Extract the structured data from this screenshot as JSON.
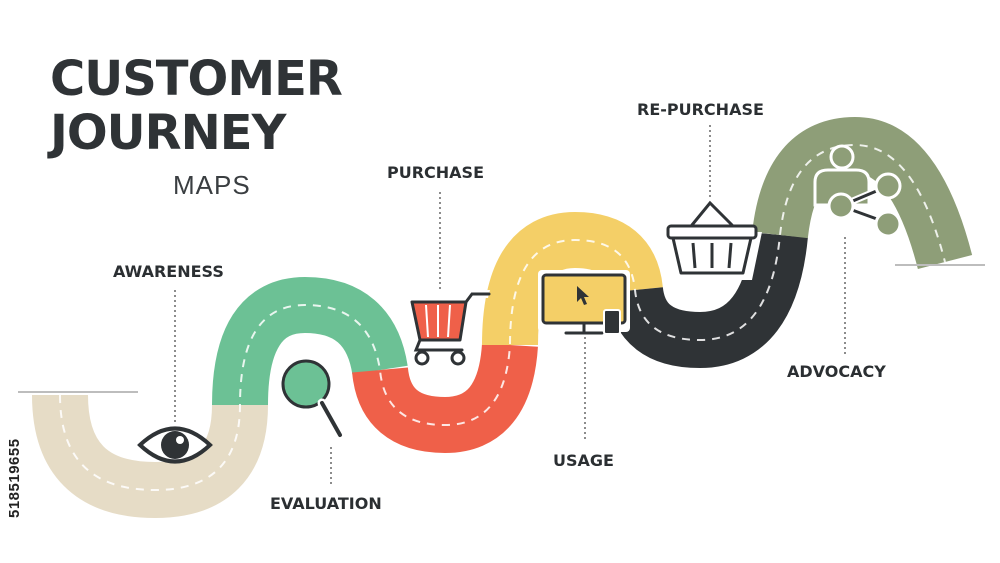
{
  "title": {
    "line1": "CUSTOMER",
    "line2": "JOURNEY",
    "subtitle": "MAPS"
  },
  "stages": [
    {
      "label": "AWARENESS",
      "icon": "eye-icon",
      "color": "#e6dcc6"
    },
    {
      "label": "EVALUATION",
      "icon": "magnifier-icon",
      "color": "#6cc195"
    },
    {
      "label": "PURCHASE",
      "icon": "shopping-cart-icon",
      "color": "#ef6049"
    },
    {
      "label": "USAGE",
      "icon": "computer-icon",
      "color": "#f4cf67"
    },
    {
      "label": "RE-PURCHASE",
      "icon": "basket-icon",
      "color": "#2f3336"
    },
    {
      "label": "ADVOCACY",
      "icon": "share-user-icon",
      "color": "#8e9e78"
    }
  ],
  "watermark": "518519655"
}
